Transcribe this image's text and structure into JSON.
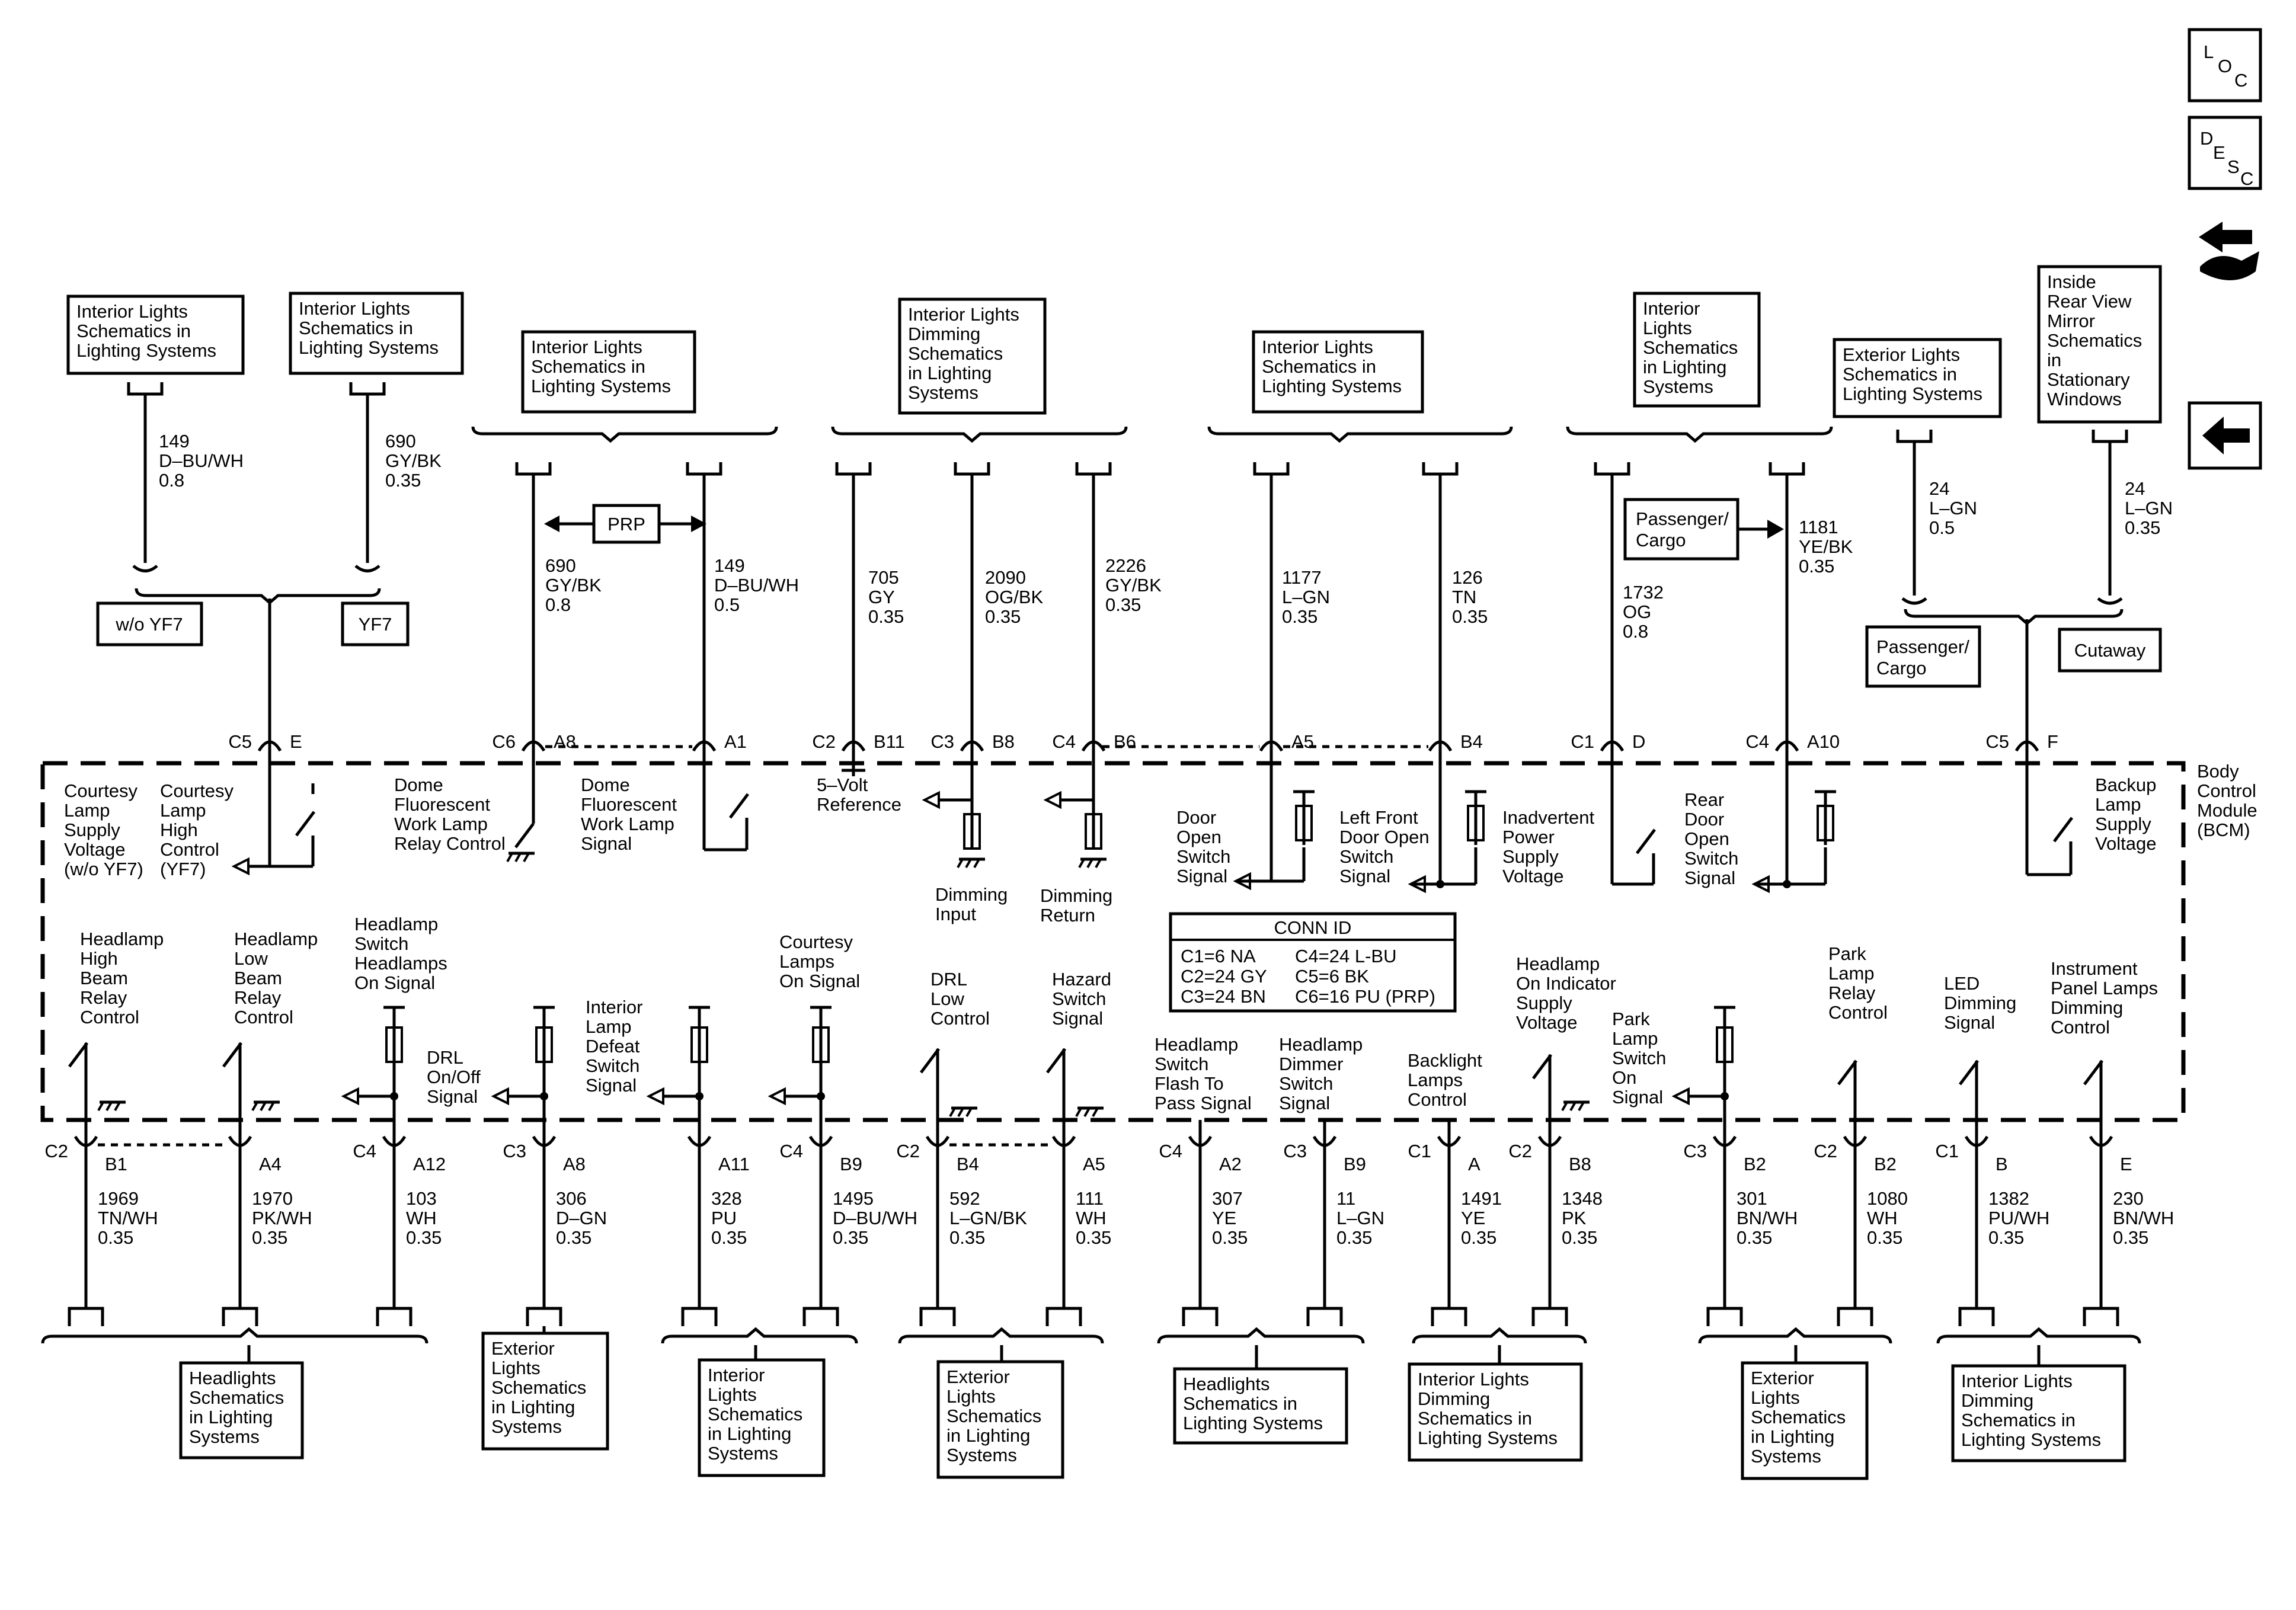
{
  "nav": {
    "loc": [
      "L",
      "O",
      "C"
    ],
    "desc": [
      "D",
      "E",
      "S",
      "C"
    ],
    "icons": [
      "connector-info-icon",
      "back-arrow-icon"
    ]
  },
  "module": {
    "name": [
      "Body",
      "Control",
      "Module",
      "(BCM)"
    ]
  },
  "conn_id": {
    "title": "CONN ID",
    "rows": [
      "C1=6 NA",
      "C4=24 L-BU",
      "C2=24 GY",
      "C5=6 BK",
      "C3=24 BN",
      "C6=16 PU (PRP)"
    ]
  },
  "top_refs": [
    [
      "Interior Lights",
      "Schematics in",
      "Lighting Systems"
    ],
    [
      "Interior Lights",
      "Schematics in",
      "Lighting Systems"
    ],
    [
      "Interior Lights",
      "Schematics in",
      "Lighting Systems"
    ],
    [
      "Interior Lights",
      "Dimming",
      "Schematics",
      "in Lighting",
      "Systems"
    ],
    [
      "Interior Lights",
      "Schematics in",
      "Lighting Systems"
    ],
    [
      "Interior",
      "Lights",
      "Schematics",
      "in Lighting",
      "Systems"
    ],
    [
      "Exterior Lights",
      "Schematics in",
      "Lighting Systems"
    ],
    [
      "Inside",
      "Rear View",
      "Mirror",
      "Schematics",
      "in",
      "Stationary",
      "Windows"
    ]
  ],
  "options": {
    "wo_yf7": "w/o YF7",
    "yf7": "YF7",
    "prp": "PRP",
    "passenger_cargo": [
      "Passenger/",
      "Cargo"
    ],
    "cutaway": "Cutaway"
  },
  "top_wires": [
    [
      "149",
      "D–BU/WH",
      "0.8"
    ],
    [
      "690",
      "GY/BK",
      "0.35"
    ],
    [
      "690",
      "GY/BK",
      "0.8"
    ],
    [
      "149",
      "D–BU/WH",
      "0.5"
    ],
    [
      "705",
      "GY",
      "0.35"
    ],
    [
      "2090",
      "OG/BK",
      "0.35"
    ],
    [
      "2226",
      "GY/BK",
      "0.35"
    ],
    [
      "1177",
      "L–GN",
      "0.35"
    ],
    [
      "126",
      "TN",
      "0.35"
    ],
    [
      "1732",
      "OG",
      "0.8"
    ],
    [
      "1181",
      "YE/BK",
      "0.35"
    ],
    [
      "24",
      "L–GN",
      "0.5"
    ],
    [
      "24",
      "L–GN",
      "0.35"
    ]
  ],
  "top_pins": [
    {
      "c": "C5",
      "p": "E"
    },
    {
      "c": "C6",
      "p": "A8"
    },
    {
      "c": "",
      "p": "A1"
    },
    {
      "c": "C2",
      "p": "B11"
    },
    {
      "c": "C3",
      "p": "B8"
    },
    {
      "c": "C4",
      "p": "B6"
    },
    {
      "c": "",
      "p": "A5"
    },
    {
      "c": "",
      "p": "B4"
    },
    {
      "c": "C1",
      "p": "D"
    },
    {
      "c": "C4",
      "p": "A10"
    },
    {
      "c": "C5",
      "p": "F"
    }
  ],
  "top_signals": [
    [
      "Courtesy",
      "Lamp",
      "Supply",
      "Voltage",
      "(w/o YF7)"
    ],
    [
      "Courtesy",
      "Lamp",
      "High",
      "Control",
      "(YF7)"
    ],
    [
      "Dome",
      "Fluorescent",
      "Work Lamp",
      "Relay Control"
    ],
    [
      "Dome",
      "Fluorescent",
      "Work Lamp",
      "Signal"
    ],
    [
      "5–Volt",
      "Reference"
    ],
    [
      "Dimming",
      "Input"
    ],
    [
      "Dimming",
      "Return"
    ],
    [
      "Door",
      "Open",
      "Switch",
      "Signal"
    ],
    [
      "Left Front",
      "Door Open",
      "Switch",
      "Signal"
    ],
    [
      "Inadvertent",
      "Power",
      "Supply",
      "Voltage"
    ],
    [
      "Rear",
      "Door",
      "Open",
      "Switch",
      "Signal"
    ],
    [
      "Backup",
      "Lamp",
      "Supply",
      "Voltage"
    ]
  ],
  "bottom_signals": [
    [
      "Headlamp",
      "High",
      "Beam",
      "Relay",
      "Control"
    ],
    [
      "Headlamp",
      "Low",
      "Beam",
      "Relay",
      "Control"
    ],
    [
      "Headlamp",
      "Switch",
      "Headlamps",
      "On Signal"
    ],
    [
      "DRL",
      "On/Off",
      "Signal"
    ],
    [
      "Interior",
      "Lamp",
      "Defeat",
      "Switch",
      "Signal"
    ],
    [
      "Courtesy",
      "Lamps",
      "On Signal"
    ],
    [
      "DRL",
      "Low",
      "Control"
    ],
    [
      "Hazard",
      "Switch",
      "Signal"
    ],
    [
      "Headlamp",
      "Switch",
      "Flash To",
      "Pass Signal"
    ],
    [
      "Headlamp",
      "Dimmer",
      "Switch",
      "Signal"
    ],
    [
      "Backlight",
      "Lamps",
      "Control"
    ],
    [
      "Headlamp",
      "On Indicator",
      "Supply",
      "Voltage"
    ],
    [
      "Park",
      "Lamp",
      "Switch",
      "On",
      "Signal"
    ],
    [
      "Park",
      "Lamp",
      "Relay",
      "Control"
    ],
    [
      "LED",
      "Dimming",
      "Signal"
    ],
    [
      "Instrument",
      "Panel Lamps",
      "Dimming",
      "Control"
    ]
  ],
  "bottom_pins": [
    {
      "c": "C2",
      "p": "B1"
    },
    {
      "c": "",
      "p": "A4"
    },
    {
      "c": "C4",
      "p": "A12"
    },
    {
      "c": "C3",
      "p": "A8"
    },
    {
      "c": "",
      "p": "A11"
    },
    {
      "c": "C4",
      "p": "B9"
    },
    {
      "c": "C2",
      "p": "B4"
    },
    {
      "c": "",
      "p": "A5"
    },
    {
      "c": "C4",
      "p": "A2"
    },
    {
      "c": "C3",
      "p": "B9"
    },
    {
      "c": "C1",
      "p": "A"
    },
    {
      "c": "C2",
      "p": "B8"
    },
    {
      "c": "C3",
      "p": "B2"
    },
    {
      "c": "C2",
      "p": "B2"
    },
    {
      "c": "C1",
      "p": "B"
    },
    {
      "c": "",
      "p": "E"
    }
  ],
  "bottom_wires": [
    [
      "1969",
      "TN/WH",
      "0.35"
    ],
    [
      "1970",
      "PK/WH",
      "0.35"
    ],
    [
      "103",
      "WH",
      "0.35"
    ],
    [
      "306",
      "D–GN",
      "0.35"
    ],
    [
      "328",
      "PU",
      "0.35"
    ],
    [
      "1495",
      "D–BU/WH",
      "0.35"
    ],
    [
      "592",
      "L–GN/BK",
      "0.35"
    ],
    [
      "111",
      "WH",
      "0.35"
    ],
    [
      "307",
      "YE",
      "0.35"
    ],
    [
      "11",
      "L–GN",
      "0.35"
    ],
    [
      "1491",
      "YE",
      "0.35"
    ],
    [
      "1348",
      "PK",
      "0.35"
    ],
    [
      "301",
      "BN/WH",
      "0.35"
    ],
    [
      "1080",
      "WH",
      "0.35"
    ],
    [
      "1382",
      "PU/WH",
      "0.35"
    ],
    [
      "230",
      "BN/WH",
      "0.35"
    ]
  ],
  "bottom_refs": [
    [
      "Headlights",
      "Schematics",
      "in Lighting",
      "Systems"
    ],
    [
      "Exterior",
      "Lights",
      "Schematics",
      "in Lighting",
      "Systems"
    ],
    [
      "Interior",
      "Lights",
      "Schematics",
      "in Lighting",
      "Systems"
    ],
    [
      "Exterior",
      "Lights",
      "Schematics",
      "in Lighting",
      "Systems"
    ],
    [
      "Headlights",
      "Schematics in",
      "Lighting Systems"
    ],
    [
      "Interior Lights",
      "Dimming",
      "Schematics in",
      "Lighting Systems"
    ],
    [
      "Exterior",
      "Lights",
      "Schematics",
      "in Lighting",
      "Systems"
    ],
    [
      "Interior Lights",
      "Dimming",
      "Schematics in",
      "Lighting Systems"
    ]
  ]
}
